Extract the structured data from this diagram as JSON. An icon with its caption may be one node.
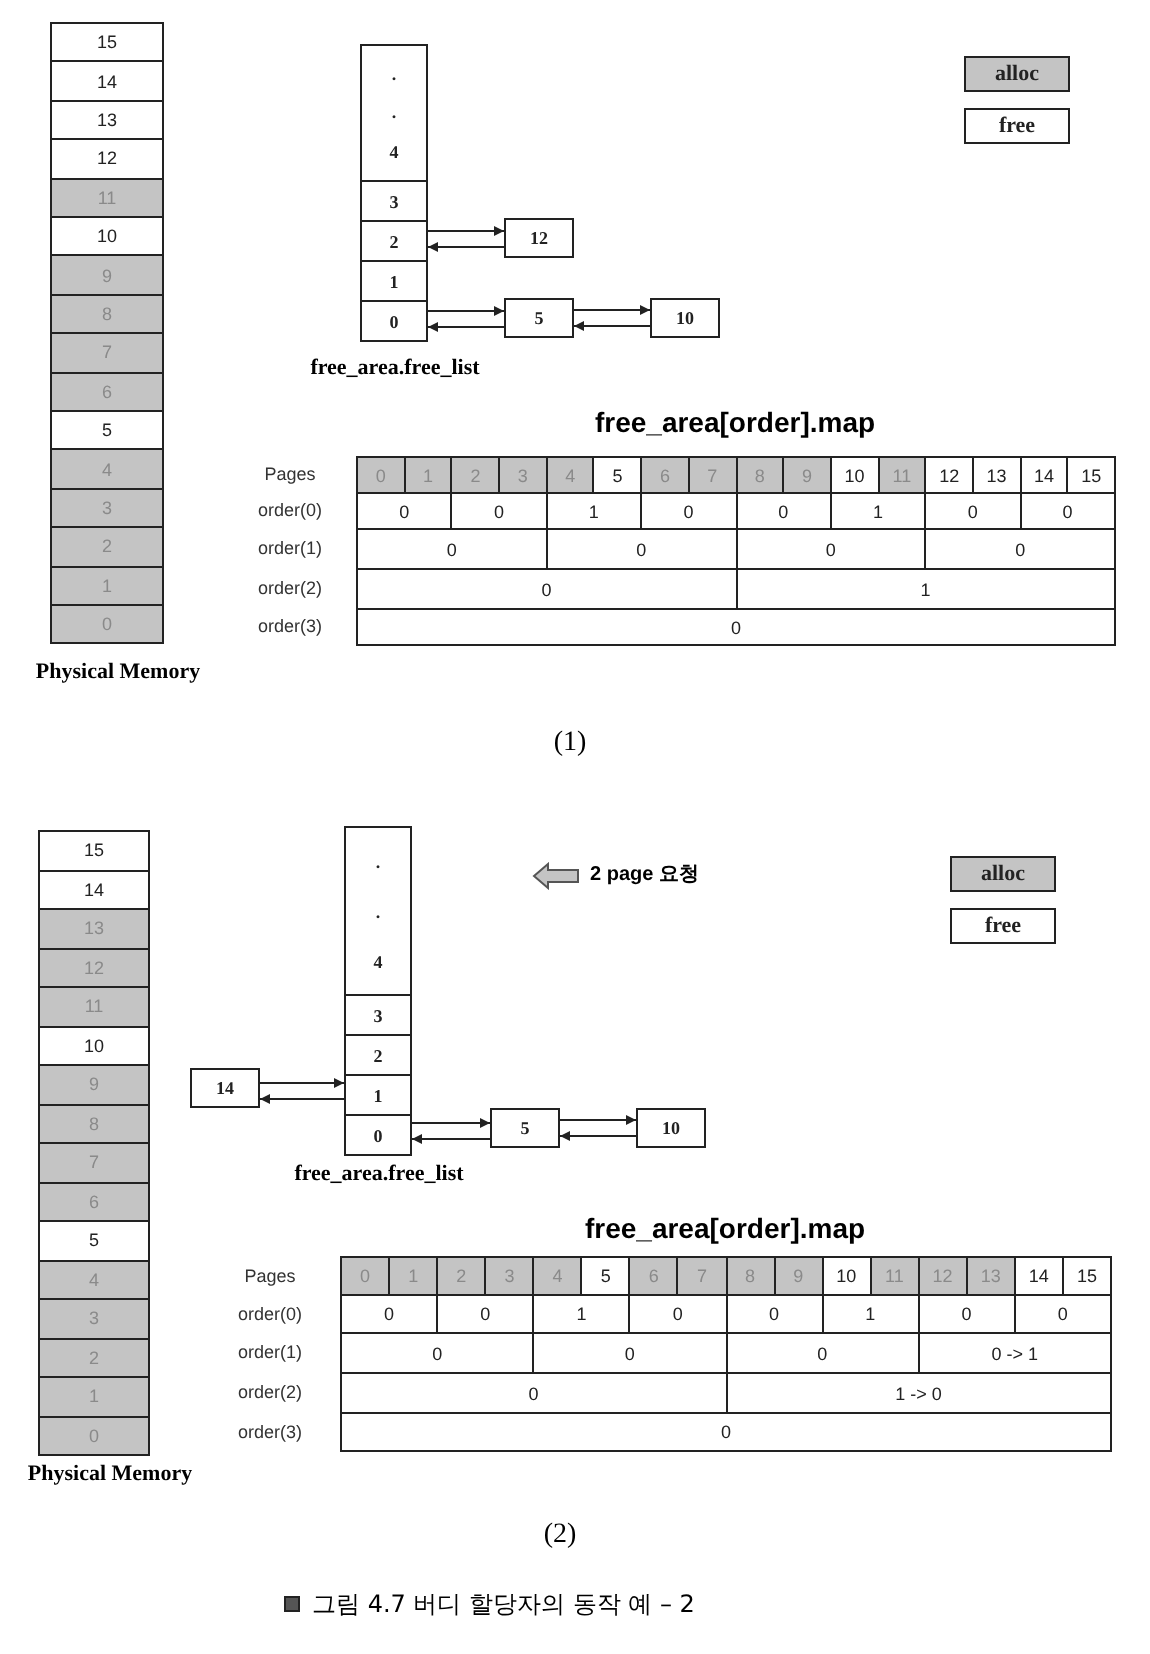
{
  "diagram": {
    "caption": "그림 4.7 버디 할당자의 동작 예 – 2",
    "nodes": [
      {
        "text": [
          "15"
        ]
      },
      {
        "text": [
          "14"
        ]
      },
      {
        "text": [
          "13"
        ]
      },
      {
        "text": [
          "12"
        ]
      },
      {
        "text": [
          "11"
        ]
      },
      {
        "text": [
          "10"
        ]
      },
      {
        "text": [
          "9"
        ]
      },
      {
        "text": [
          "8"
        ]
      },
      {
        "text": [
          "7"
        ]
      },
      {
        "text": [
          "6"
        ]
      },
      {
        "text": [
          "5"
        ]
      },
      {
        "text": [
          "4"
        ]
      },
      {
        "text": [
          "3"
        ]
      },
      {
        "text": [
          "2"
        ]
      },
      {
        "text": [
          "1"
        ]
      },
      {
        "text": [
          "0"
        ]
      },
      {
        "text": [
          ".",
          ".",
          "4"
        ]
      },
      {
        "text": [
          "3"
        ]
      },
      {
        "text": [
          "2"
        ]
      },
      {
        "text": [
          "1"
        ]
      },
      {
        "text": [
          "0"
        ]
      },
      {
        "text": [
          "12"
        ]
      },
      {
        "text": [
          "5"
        ]
      },
      {
        "text": [
          "10"
        ]
      },
      {
        "text": [
          "15"
        ]
      },
      {
        "text": [
          "14"
        ]
      },
      {
        "text": [
          "13"
        ]
      },
      {
        "text": [
          "12"
        ]
      },
      {
        "text": [
          "11"
        ]
      },
      {
        "text": [
          "10"
        ]
      },
      {
        "text": [
          "9"
        ]
      },
      {
        "text": [
          "8"
        ]
      },
      {
        "text": [
          "7"
        ]
      },
      {
        "text": [
          "6"
        ]
      },
      {
        "text": [
          "5"
        ]
      },
      {
        "text": [
          "4"
        ]
      },
      {
        "text": [
          "3"
        ]
      },
      {
        "text": [
          "2"
        ]
      },
      {
        "text": [
          "1"
        ]
      },
      {
        "text": [
          "0"
        ]
      },
      {
        "text": [
          ".",
          ".",
          "4"
        ]
      },
      {
        "text": [
          "3"
        ]
      },
      {
        "text": [
          "2"
        ]
      },
      {
        "text": [
          "1"
        ]
      },
      {
        "text": [
          "0"
        ]
      },
      {
        "text": [
          "14"
        ]
      },
      {
        "text": [
          "5"
        ]
      },
      {
        "text": [
          "10"
        ]
      }
    ],
    "edges": [
      {
        "from": 18,
        "to": 21,
        "arrow": "to"
      },
      {
        "from": 21,
        "to": 18,
        "arrow": "to"
      },
      {
        "from": 20,
        "to": 22,
        "arrow": "to"
      },
      {
        "from": 22,
        "to": 20,
        "arrow": "to"
      },
      {
        "from": 22,
        "to": 23,
        "arrow": "to"
      },
      {
        "from": 23,
        "to": 22,
        "arrow": "to"
      },
      {
        "from": 45,
        "to": 43,
        "arrow": "to"
      },
      {
        "from": 43,
        "to": 45,
        "arrow": "to"
      },
      {
        "from": 44,
        "to": 46,
        "arrow": "to"
      },
      {
        "from": 46,
        "to": 44,
        "arrow": "to"
      },
      {
        "from": 46,
        "to": 47,
        "arrow": "to"
      },
      {
        "from": 47,
        "to": 46,
        "arrow": "to"
      }
    ],
    "labels": [
      "free_area.free_list",
      "free_area[order].map",
      "Pages",
      "0",
      "1",
      "2",
      "3",
      "4",
      "5",
      "6",
      "7",
      "8",
      "9",
      "10",
      "11",
      "12",
      "13",
      "14",
      "15",
      "order(0)",
      "0",
      "0",
      "1",
      "0",
      "0",
      "1",
      "0",
      "0",
      "order(1)",
      "0",
      "0",
      "0",
      "0",
      "order(2)",
      "0",
      "1",
      "order(3)",
      "0",
      "Physical Memory",
      "(1)",
      "2 page 요청",
      "free_area.free_list",
      "free_area[order].map",
      "Pages",
      "0",
      "1",
      "2",
      "3",
      "4",
      "5",
      "6",
      "7",
      "8",
      "9",
      "10",
      "11",
      "12",
      "13",
      "14",
      "15",
      "order(0)",
      "0",
      "0",
      "1",
      "0",
      "0",
      "1",
      "0",
      "0",
      "order(1)",
      "0",
      "0",
      "0",
      "0 -> 1",
      "order(2)",
      "0",
      "1 -> 0",
      "order(3)",
      "0",
      "Physical Memory",
      "(2)"
    ],
    "legend": [
      {
        "text": "alloc",
        "color": "#c4c4c4"
      },
      {
        "text": "free",
        "color": "#ffffff"
      },
      {
        "text": "alloc",
        "color": "#c4c4c4"
      },
      {
        "text": "free",
        "color": "#ffffff"
      }
    ]
  }
}
